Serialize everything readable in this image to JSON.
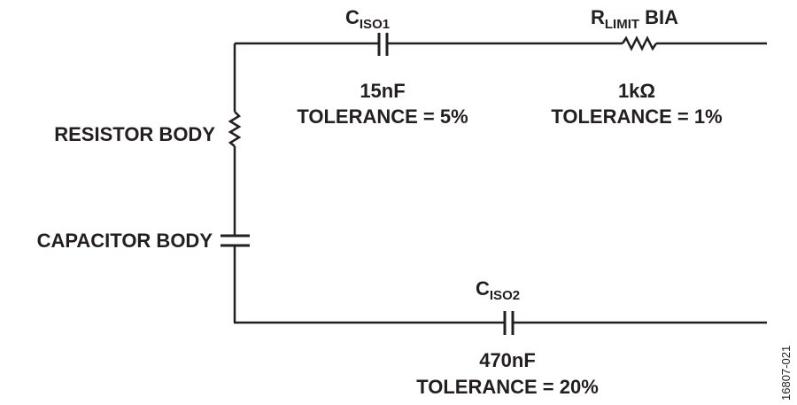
{
  "components": {
    "ciso1": {
      "name_main": "C",
      "name_sub": "ISO1",
      "value": "15nF",
      "tolerance": "TOLERANCE = 5%"
    },
    "rlimit": {
      "name_main": "R",
      "name_sub": "LIMIT",
      "name_suffix": " BIA",
      "value": "1kΩ",
      "tolerance": "TOLERANCE = 1%"
    },
    "resistor_body": {
      "label": "RESISTOR BODY"
    },
    "capacitor_body": {
      "label": "CAPACITOR BODY"
    },
    "ciso2": {
      "name_main": "C",
      "name_sub": "ISO2",
      "value": "470nF",
      "tolerance": "TOLERANCE = 20%"
    }
  },
  "figure_id": "16807-021"
}
